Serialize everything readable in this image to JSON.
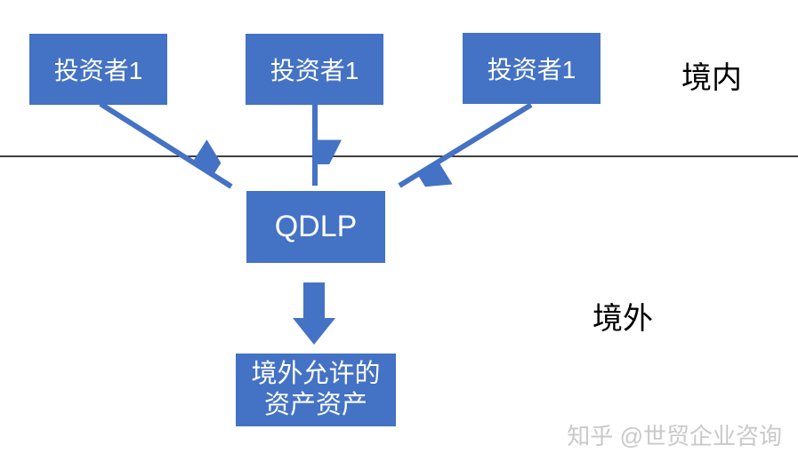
{
  "diagram": {
    "accent_color": "#4472C4",
    "background_color": "#ffffff",
    "divider_color": "#000000",
    "nodes": {
      "investor1": {
        "label": "投资者1"
      },
      "investor2": {
        "label": "投资者1"
      },
      "investor3": {
        "label": "投资者1"
      },
      "qdlp": {
        "label": "QDLP"
      },
      "overseas_assets": {
        "label_line1": "境外允许的",
        "label_line2": "资产资产"
      }
    },
    "region_labels": {
      "domestic": "境内",
      "overseas": "境外"
    },
    "watermark": "知乎 @世贸企业咨询"
  }
}
